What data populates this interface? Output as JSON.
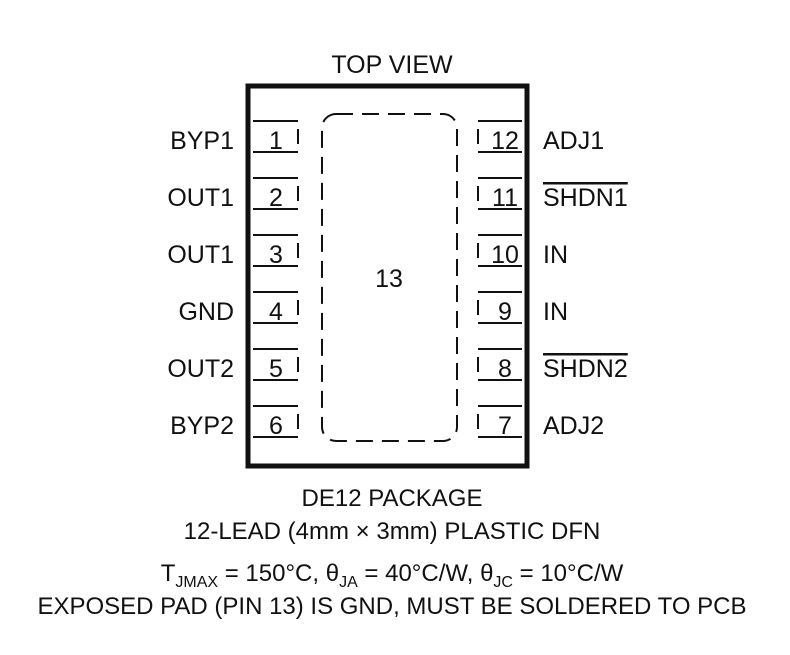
{
  "title": "TOP VIEW",
  "exposed_pad_label": "13",
  "left_pins": [
    {
      "number": "1",
      "name": "BYP1",
      "overbar": false
    },
    {
      "number": "2",
      "name": "OUT1",
      "overbar": false
    },
    {
      "number": "3",
      "name": "OUT1",
      "overbar": false
    },
    {
      "number": "4",
      "name": "GND",
      "overbar": false
    },
    {
      "number": "5",
      "name": "OUT2",
      "overbar": false
    },
    {
      "number": "6",
      "name": "BYP2",
      "overbar": false
    }
  ],
  "right_pins": [
    {
      "number": "12",
      "name": "ADJ1",
      "overbar": false
    },
    {
      "number": "11",
      "name": "SHDN1",
      "overbar": true
    },
    {
      "number": "10",
      "name": "IN",
      "overbar": false
    },
    {
      "number": "9",
      "name": "IN",
      "overbar": false
    },
    {
      "number": "8",
      "name": "SHDN2",
      "overbar": true
    },
    {
      "number": "7",
      "name": "ADJ2",
      "overbar": false
    }
  ],
  "caption": {
    "line1": "DE12 PACKAGE",
    "line2": "12-LEAD (4mm × 3mm) PLASTIC DFN",
    "thermal": {
      "tj_symbol": "T",
      "tj_sub": "JMAX",
      "tj_value": " = 150°C, ",
      "tja_symbol": "θ",
      "tja_sub": "JA",
      "tja_value": " = 40°C/W, ",
      "tjc_symbol": "θ",
      "tjc_sub": "JC",
      "tjc_value": " = 10°C/W"
    },
    "line4": "EXPOSED PAD (PIN 13) IS GND, MUST BE SOLDERED TO PCB"
  }
}
